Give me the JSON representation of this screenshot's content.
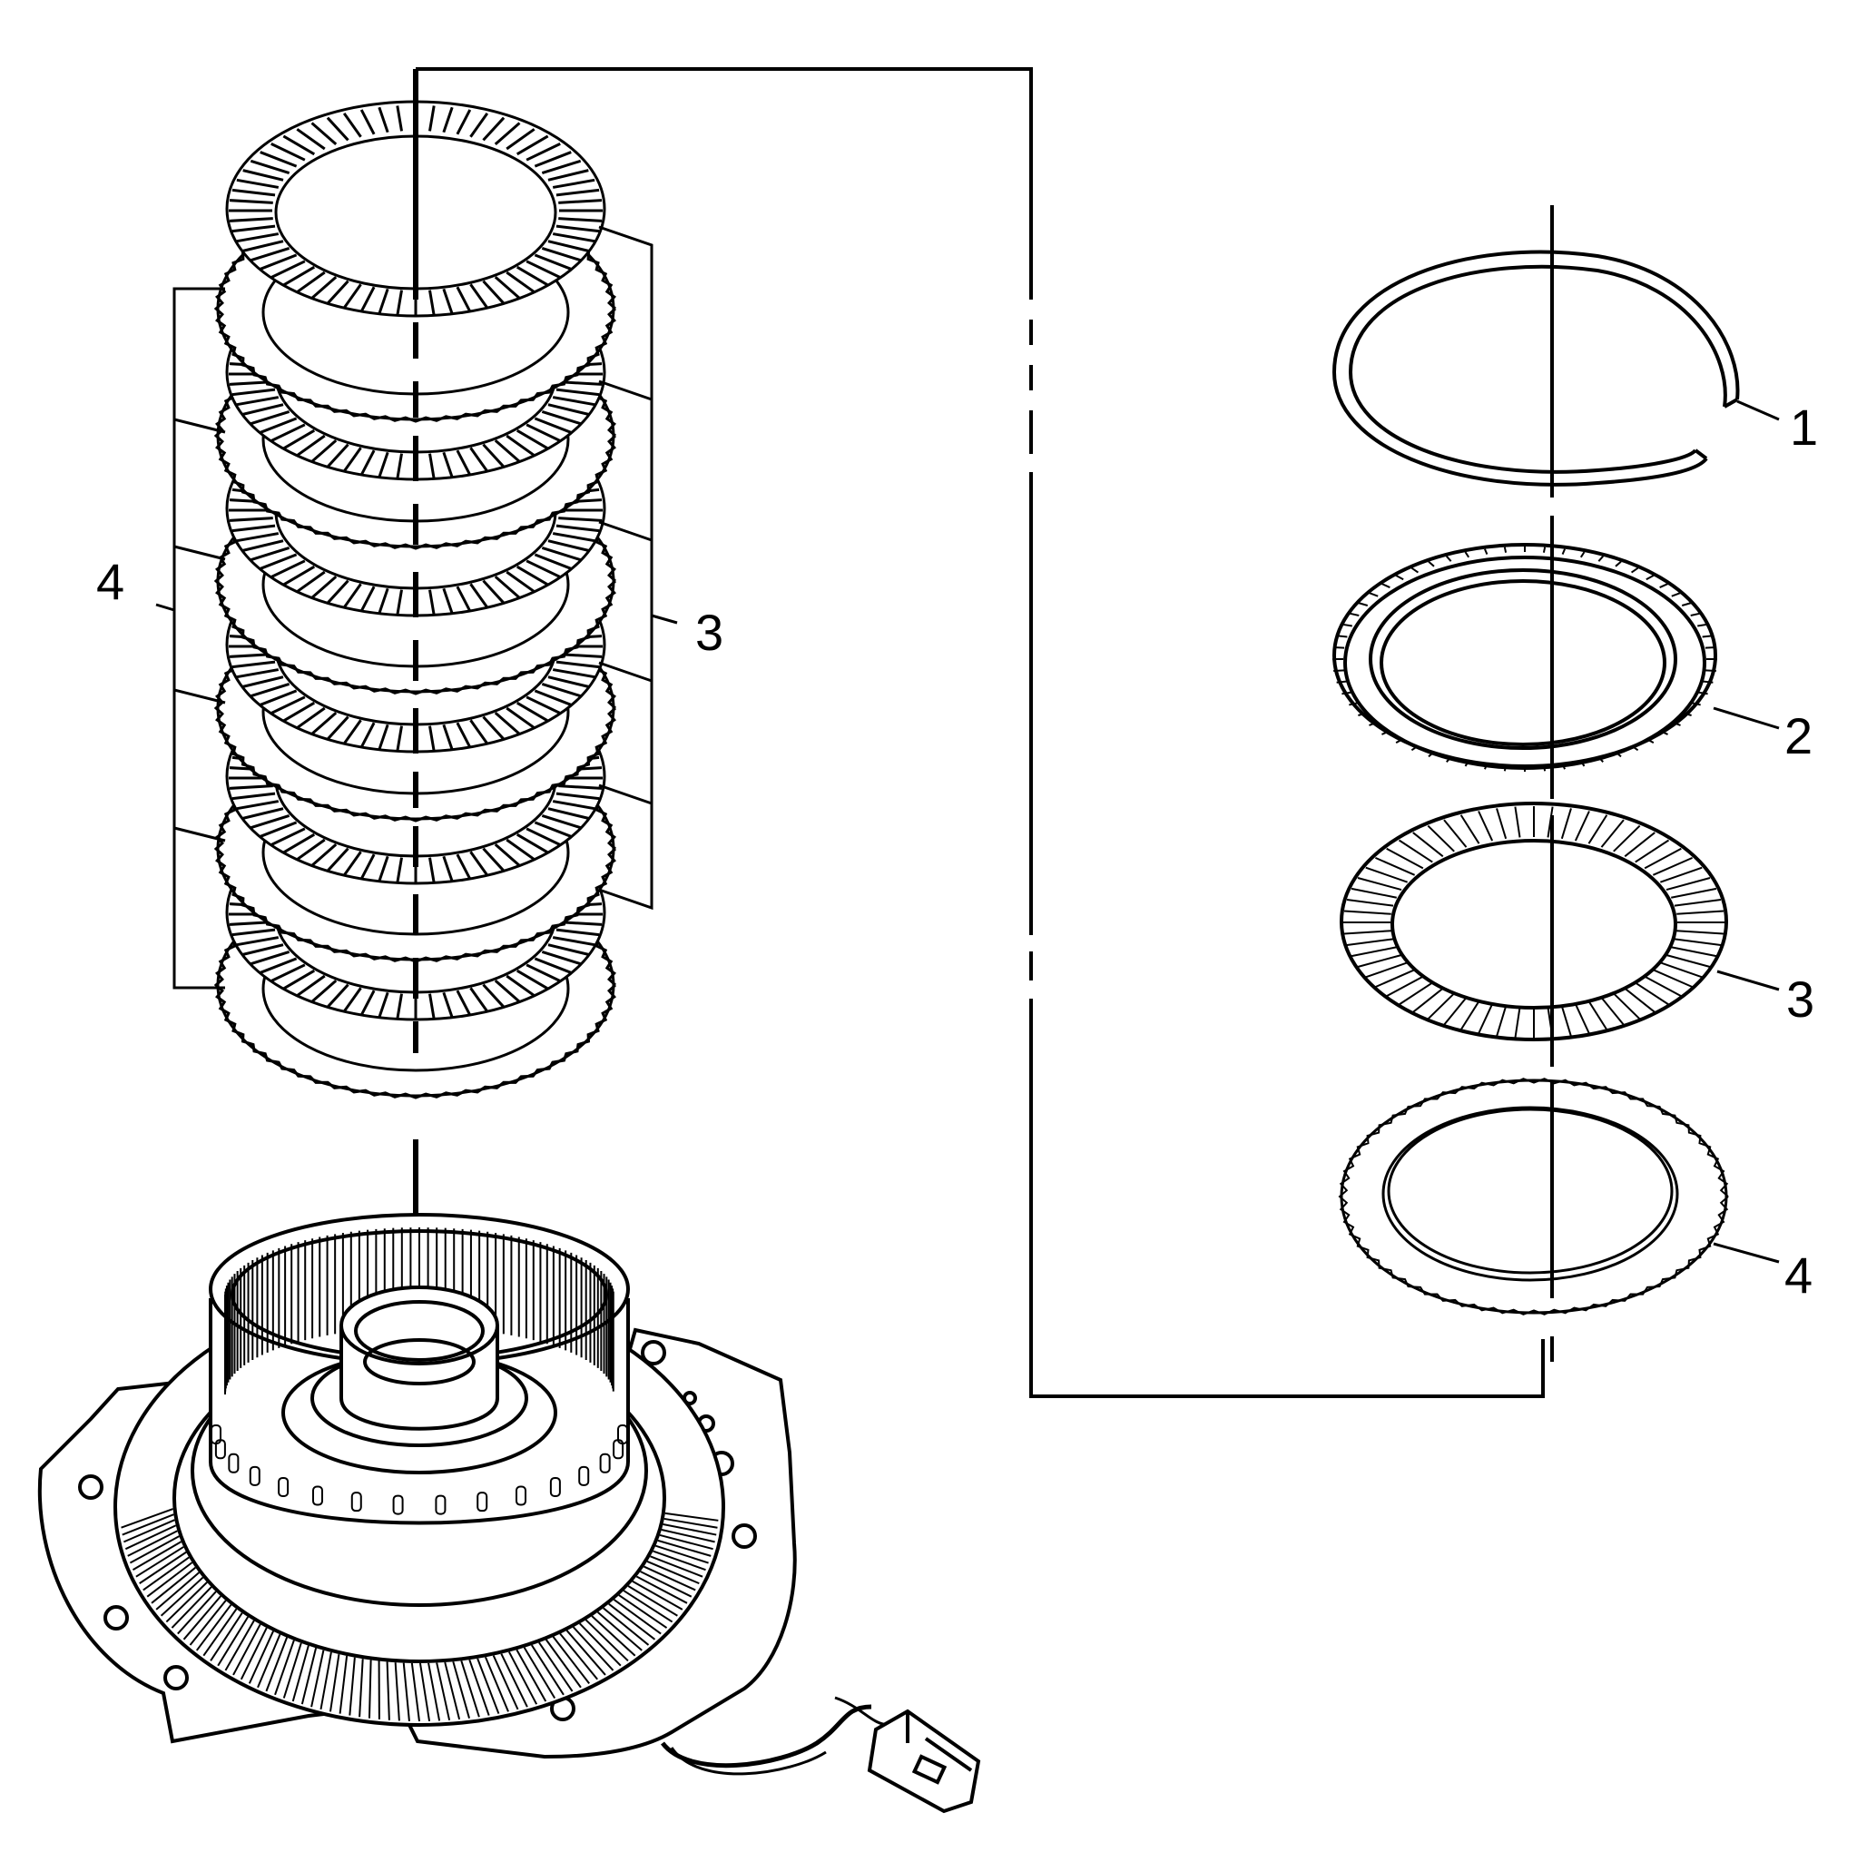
{
  "colors": {
    "line": "#000000",
    "background": "#ffffff"
  },
  "callouts": {
    "left_stack": {
      "friction_bracket": "4",
      "steel_bracket": "3"
    },
    "detail": {
      "snap_ring": "1",
      "backing_plate": "2",
      "clutch_plate_inner": "3",
      "clutch_plate_outer": "4"
    }
  }
}
